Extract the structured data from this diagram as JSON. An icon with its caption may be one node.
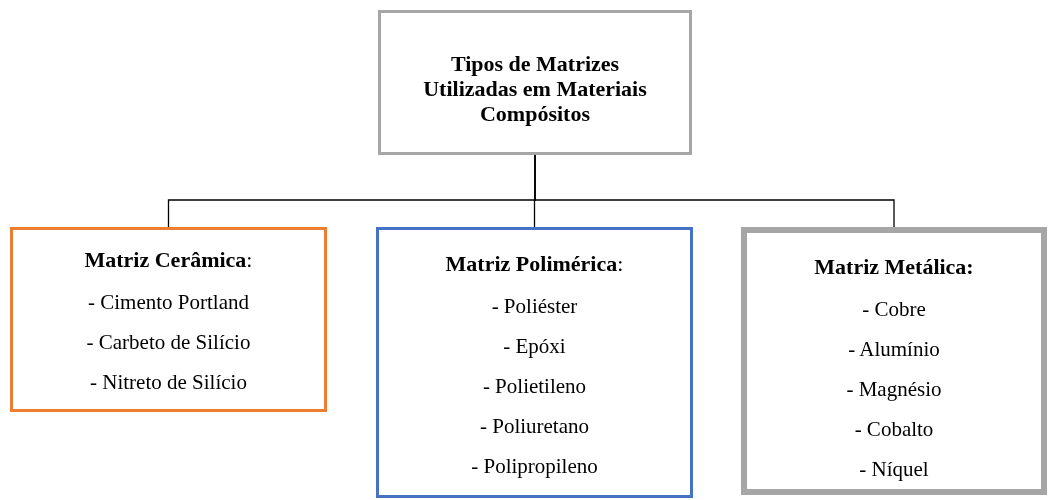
{
  "diagram": {
    "nodes": [
      {
        "text": [
          "Tipos de Matrizes Utilizadas em Materiais Compósitos"
        ]
      },
      {
        "text": [
          "**Matriz Cerâmica**:",
          "- Cimento Portland",
          "- Carbeto de Silício",
          "- Nitreto de Silício"
        ]
      },
      {
        "text": [
          "**Matriz Polimérica**:",
          "- Poliéster",
          "- Epóxi",
          "- Polietileno",
          "- Poliuretano",
          "- Polipropileno"
        ]
      },
      {
        "text": [
          "**Matriz Metálica:**",
          "- Cobre",
          "- Alumínio",
          "- Magnésio",
          "- Cobalto",
          "- Níquel"
        ]
      }
    ],
    "edges": [
      {
        "from": 0,
        "to": 1,
        "arrow": "none"
      },
      {
        "from": 0,
        "to": 2,
        "arrow": "none"
      },
      {
        "from": 0,
        "to": 3,
        "arrow": "none"
      }
    ]
  }
}
